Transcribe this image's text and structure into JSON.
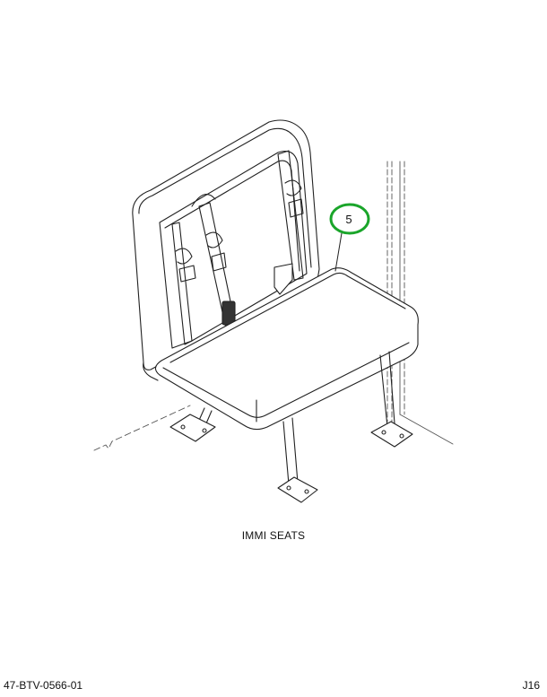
{
  "callout": {
    "number": "5",
    "ring_color": "#1aa52a"
  },
  "caption": "IMMI SEATS",
  "footer": {
    "doc_code": "47-BTV-0566-01",
    "page_ref": "J16"
  }
}
